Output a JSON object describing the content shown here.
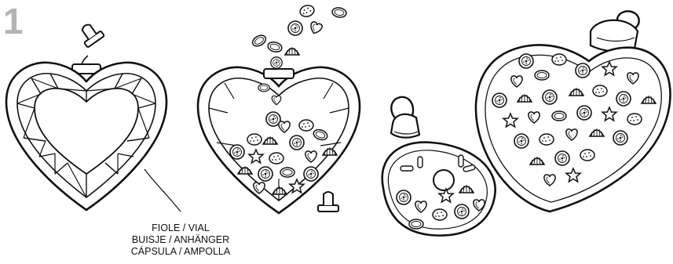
{
  "step": {
    "number": "1"
  },
  "vial_label": {
    "lines": [
      "FIOLE / VIAL",
      "BUISJE / ANHÄNGER",
      "CÁPSULA / AMPOLLA"
    ]
  },
  "colors": {
    "ink": "#111111",
    "step_number": "#b3b3b3",
    "background": "#ffffff"
  },
  "illustrations": [
    {
      "name": "empty-heart-vial"
    },
    {
      "name": "filling-heart-vial"
    },
    {
      "name": "donut-pendant"
    },
    {
      "name": "filled-heart-pendant"
    }
  ]
}
